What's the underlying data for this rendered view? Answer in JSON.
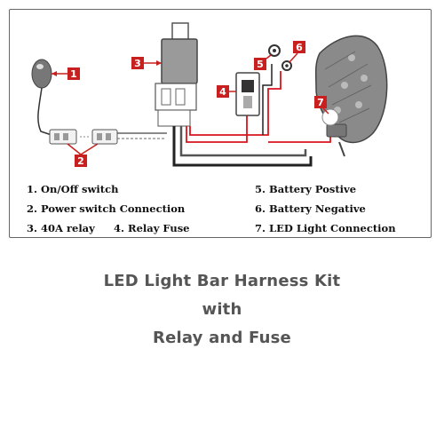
{
  "colors": {
    "badge": "#c8201e",
    "wire_red": "#d8141e",
    "wire_black": "#222222",
    "device_gray": "#808080",
    "caption_gray": "#555555"
  },
  "callouts": [
    "1",
    "2",
    "3",
    "4",
    "5",
    "6",
    "7"
  ],
  "legend": [
    "1. On/Off switch",
    "2. Power switch Connection",
    "3. 40A relay",
    "4. Relay Fuse",
    "5. Battery Postive",
    "6. Battery Negative",
    "7. LED Light Connection"
  ],
  "caption": [
    "LED Light Bar Harness Kit",
    "with",
    "Relay and Fuse"
  ]
}
